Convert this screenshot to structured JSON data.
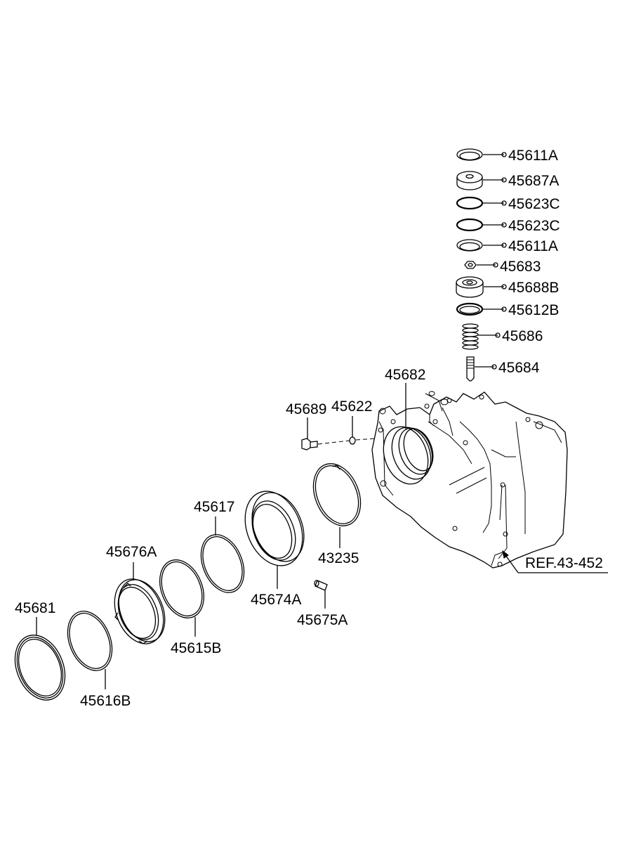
{
  "parts": {
    "p45611a_top": "45611A",
    "p45687a": "45687A",
    "p45623c_1": "45623C",
    "p45623c_2": "45623C",
    "p45611a_bot": "45611A",
    "p45683": "45683",
    "p45688b": "45688B",
    "p45612b": "45612B",
    "p45686": "45686",
    "p45684": "45684",
    "p45682": "45682",
    "p45689": "45689",
    "p45622": "45622",
    "p43235": "43235",
    "p45617": "45617",
    "p45674a": "45674A",
    "p45675a": "45675A",
    "p45676a": "45676A",
    "p45615b": "45615B",
    "p45681": "45681",
    "p45616b": "45616B"
  },
  "reference": "REF.43-452",
  "colors": {
    "line": "#000000",
    "background": "#ffffff"
  }
}
